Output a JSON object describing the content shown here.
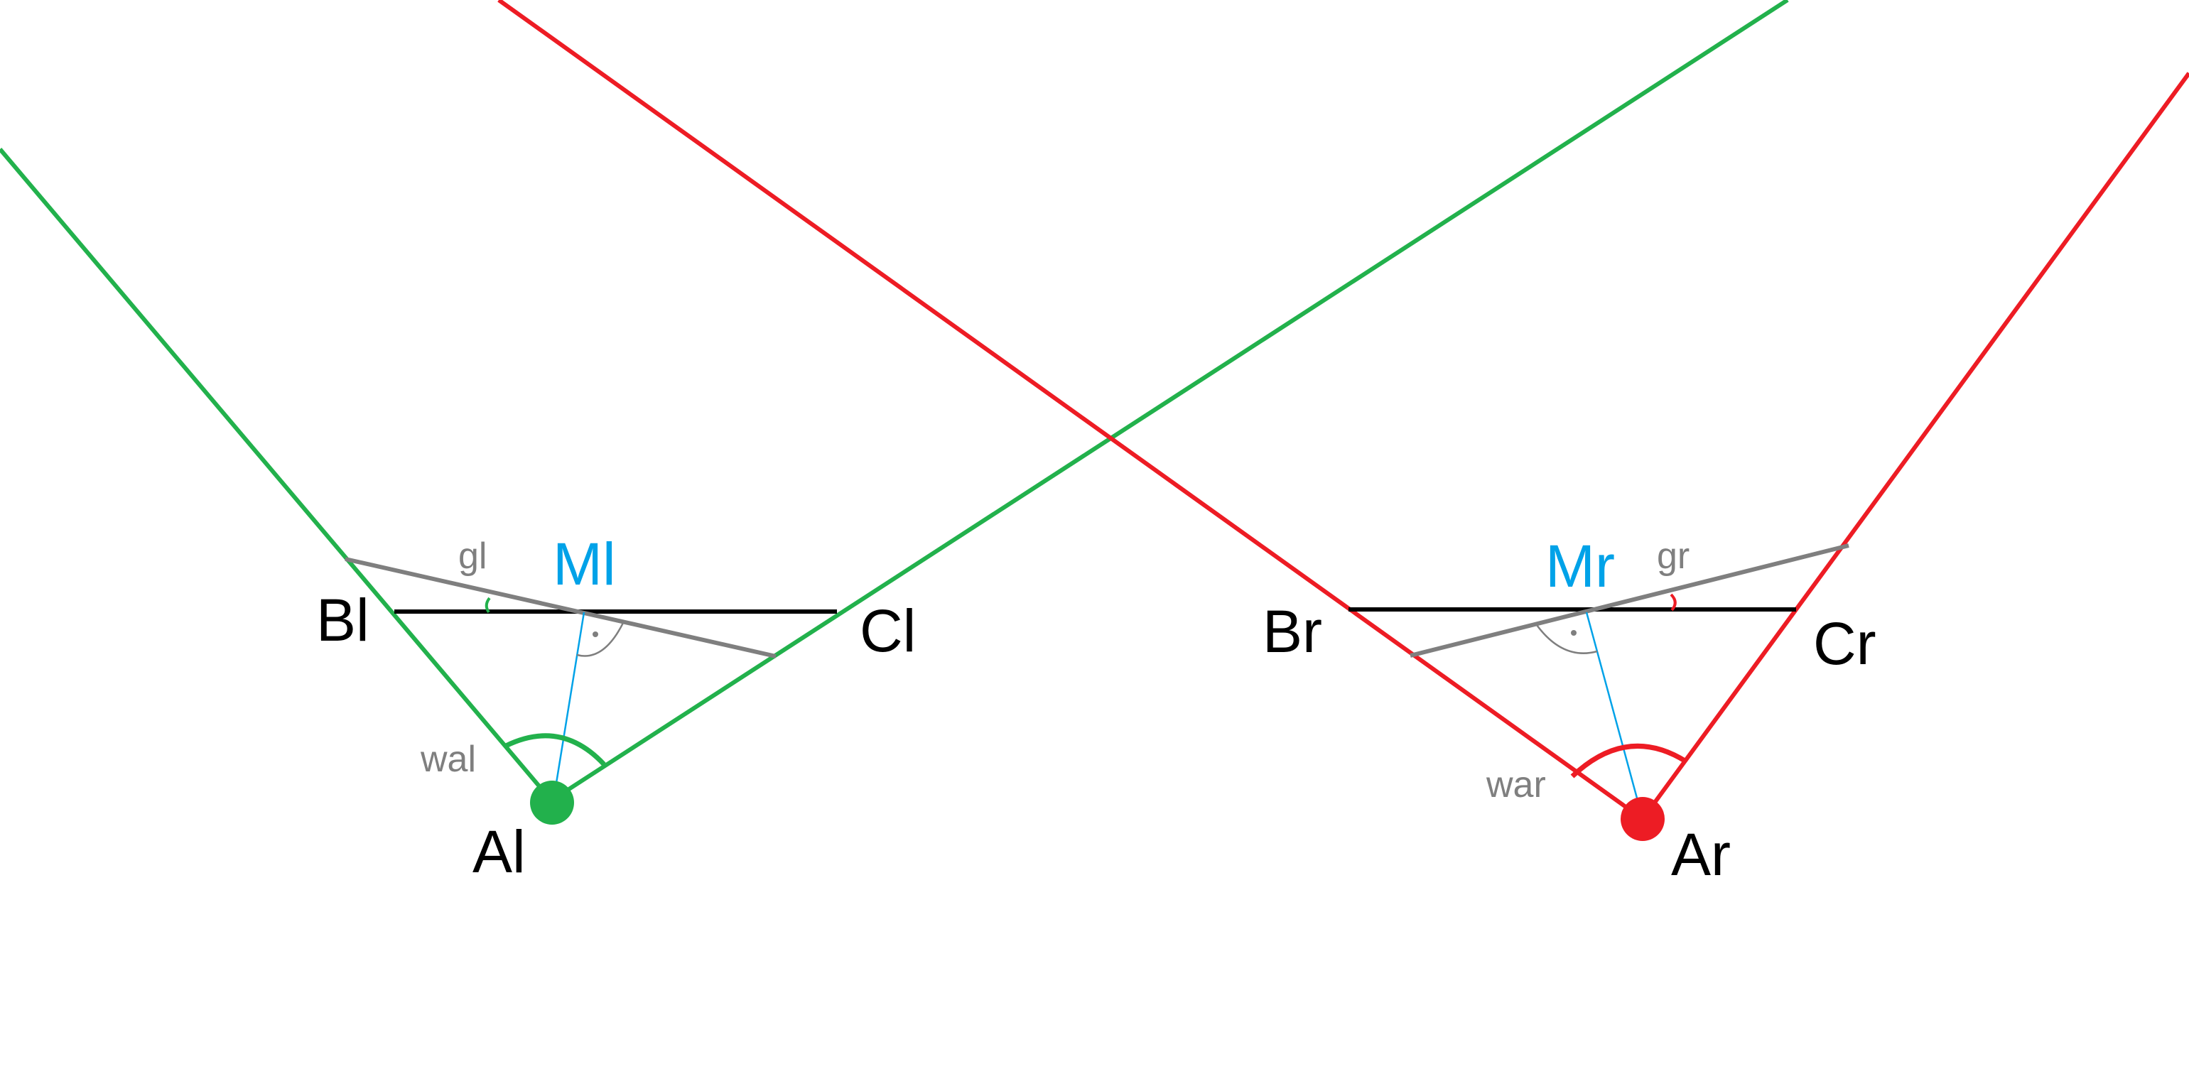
{
  "colors": {
    "green": "#22b14c",
    "red": "#ed1c24",
    "grey": "#7f7f7f",
    "black": "#000000",
    "blue": "#00a2e8"
  },
  "left": {
    "apex": "Al",
    "b": "Bl",
    "c": "Cl",
    "mid": "Ml",
    "apex_angle": "wal",
    "tilt_angle": "gl"
  },
  "right": {
    "apex": "Ar",
    "b": "Br",
    "c": "Cr",
    "mid": "Mr",
    "apex_angle": "war",
    "tilt_angle": "gr"
  }
}
